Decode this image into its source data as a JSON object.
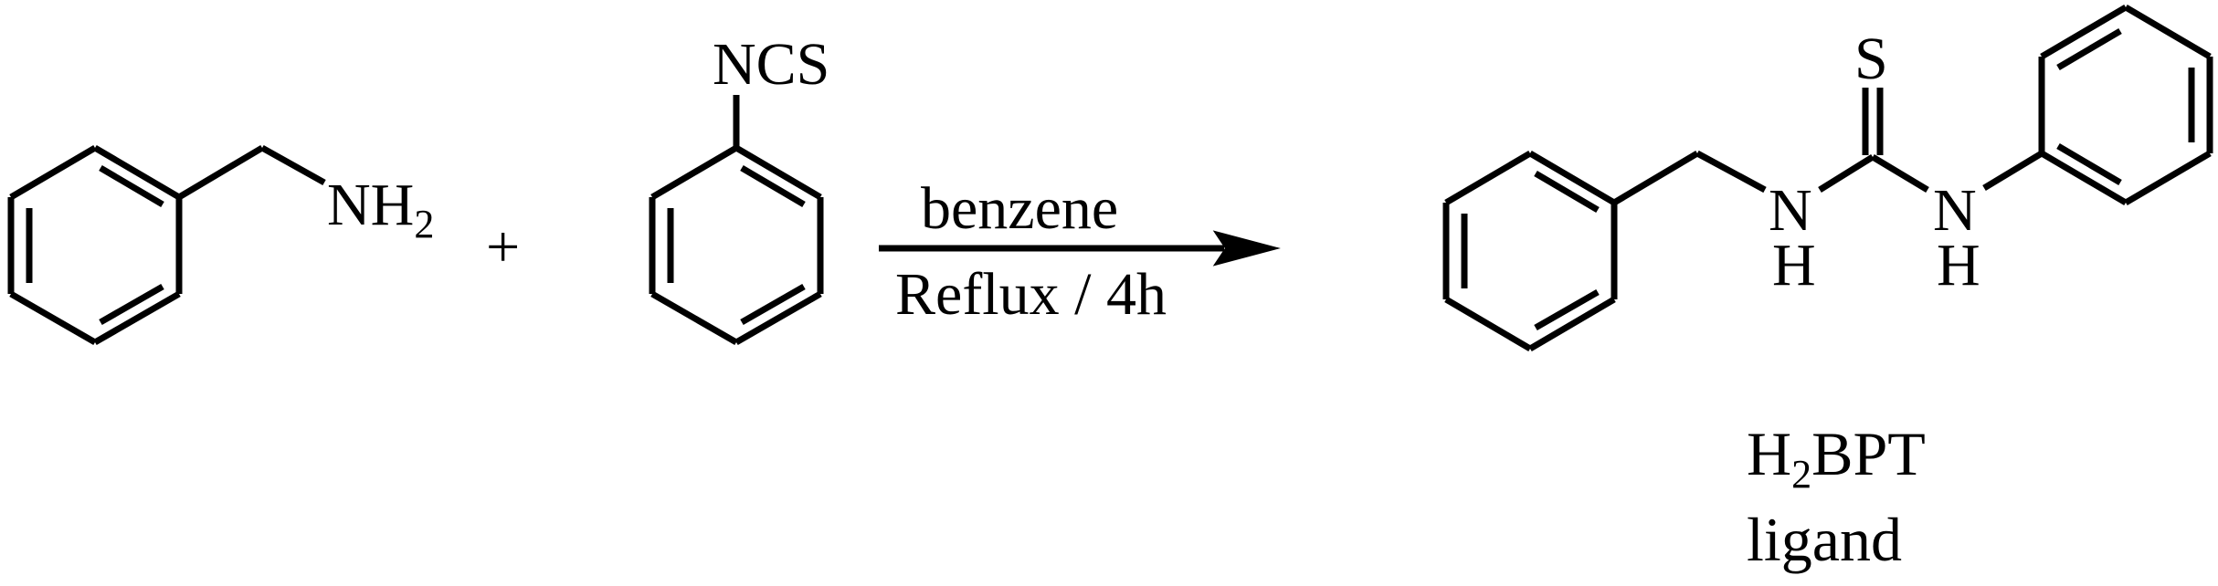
{
  "reactant1": {
    "group_main": "NH",
    "group_sub": "2"
  },
  "plus_sign": "+",
  "reactant2": {
    "group": "NCS"
  },
  "conditions": {
    "above_arrow": "benzene",
    "below_arrow": "Reflux / 4h"
  },
  "product": {
    "atom_s": "S",
    "atom_n1": "N",
    "atom_h1": "H",
    "atom_n2": "N",
    "atom_h2": "H",
    "name_prefix": "H",
    "name_sub": "2",
    "name_suffix": "BPT",
    "caption": "ligand"
  }
}
